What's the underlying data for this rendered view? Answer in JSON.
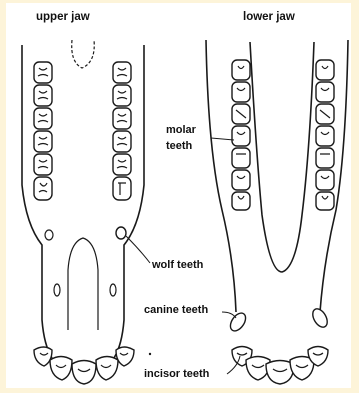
{
  "diagram": {
    "labels": {
      "upper_jaw": "upper jaw",
      "lower_jaw": "lower jaw",
      "molar_line1": "molar",
      "molar_line2": "teeth",
      "wolf_teeth": "wolf teeth",
      "canine_teeth": "canine teeth",
      "incisor_teeth": "incisor teeth"
    },
    "colors": {
      "background": "#fdf4d9",
      "panel": "#ffffff",
      "ink": "#1a1a1a"
    }
  }
}
